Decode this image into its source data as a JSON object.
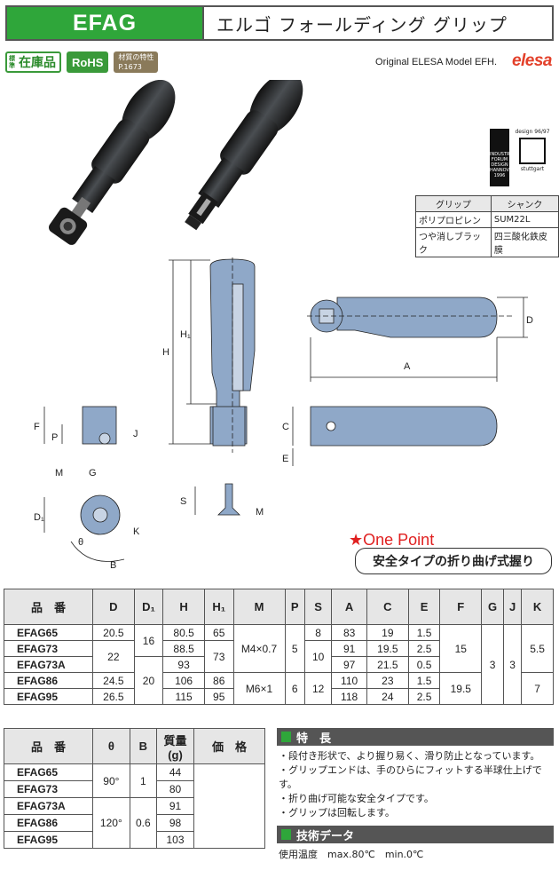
{
  "header": {
    "code": "EFAG",
    "title": "エルゴ フォールディング グリップ"
  },
  "badges": {
    "stock_small": "標準",
    "stock": "在庫品",
    "rohs": "RoHS",
    "material_line1": "材質の特性",
    "material_line2": "P.1673"
  },
  "original_text": "Original ELESA Model EFH.",
  "logo": "elesa",
  "awards": {
    "if_text": "INDUSTRIE FORUM DESIGN HANNOVER 1996",
    "ds_top": "design 96/97",
    "ds_bottom": "stuttgart"
  },
  "material_table": {
    "headers": [
      "グリップ",
      "シャンク"
    ],
    "rows": [
      [
        "ポリプロピレン",
        "SUM22L"
      ],
      [
        "つや消しブラック",
        "四三酸化鉄皮膜"
      ]
    ]
  },
  "dimension_labels": {
    "H": "H",
    "H1": "H₁",
    "A": "A",
    "D": "D",
    "C": "C",
    "E": "E",
    "F": "F",
    "P": "P",
    "J": "J",
    "M": "M",
    "G": "G",
    "D1": "D₁",
    "K": "K",
    "B": "B",
    "S": "S",
    "theta": "θ"
  },
  "one_point": {
    "title": "One Point",
    "text": "安全タイプの折り曲げ式握り"
  },
  "spec_table": {
    "headers": [
      "品　番",
      "D",
      "D₁",
      "H",
      "H₁",
      "M",
      "P",
      "S",
      "A",
      "C",
      "E",
      "F",
      "G",
      "J",
      "K"
    ],
    "codes": [
      "EFAG65",
      "EFAG73",
      "EFAG73A",
      "EFAG86",
      "EFAG95"
    ],
    "D": [
      "20.5",
      "22",
      "24.5",
      "26.5"
    ],
    "D1": [
      "16",
      "20"
    ],
    "H": [
      "80.5",
      "88.5",
      "93",
      "106",
      "115"
    ],
    "H1": [
      "65",
      "73",
      "86",
      "95"
    ],
    "M": [
      "M4×0.7",
      "M6×1"
    ],
    "P": [
      "5",
      "6"
    ],
    "S": [
      "8",
      "10",
      "12"
    ],
    "A": [
      "83",
      "91",
      "97",
      "110",
      "118"
    ],
    "C": [
      "19",
      "19.5",
      "21.5",
      "23",
      "24"
    ],
    "E": [
      "1.5",
      "2.5",
      "0.5",
      "1.5",
      "2.5"
    ],
    "F": [
      "15",
      "19.5"
    ],
    "G": "3",
    "J": "3",
    "K": [
      "5.5",
      "7"
    ]
  },
  "spec_table2": {
    "headers": [
      "品　番",
      "θ",
      "B",
      "質量(g)",
      "価　格"
    ],
    "codes": [
      "EFAG65",
      "EFAG73",
      "EFAG73A",
      "EFAG86",
      "EFAG95"
    ],
    "theta": [
      "90°",
      "120°"
    ],
    "B": [
      "1",
      "0.6"
    ],
    "mass": [
      "44",
      "80",
      "91",
      "98",
      "103"
    ]
  },
  "features": {
    "title": "特　長",
    "items": [
      "・段付き形状で、より握り易く、滑り防止となっています。",
      "・グリップエンドは、手のひらにフィットする半球仕上げです。",
      "・折り曲げ可能な安全タイプです。",
      "・グリップは回転します。"
    ]
  },
  "tech": {
    "title": "技術データ",
    "text": "使用温度　max.80℃　min.0℃"
  },
  "colors": {
    "green": "#2fa63a",
    "red": "#e02020",
    "part": "#8fa8c8"
  }
}
